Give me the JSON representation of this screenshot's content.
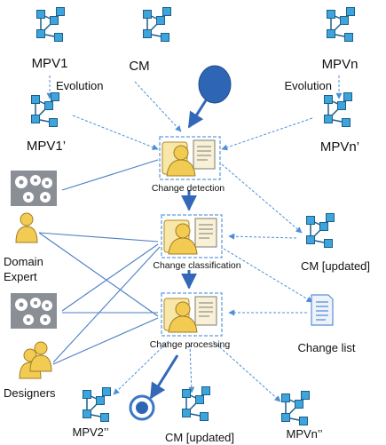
{
  "models": {
    "mpv1": "MPV1",
    "cm": "CM",
    "mpvn": "MPVn",
    "mpv1_prime": "MPV1’",
    "mpvn_prime": "MPVn’",
    "mpv2_dprime": "MPV2’’",
    "cm_updated_bottom": "CM [updated]",
    "mpvn_dprime": "MPVn’’",
    "cm_updated_right": "CM [updated]",
    "change_list": "Change list"
  },
  "edges": {
    "evolution_left": "Evolution",
    "evolution_right": "Evolution"
  },
  "steps": {
    "detection": "Change detection",
    "classification": "Change classification",
    "processing": "Change processing"
  },
  "actors": {
    "domain_expert_line1": "Domain",
    "domain_expert_line2": "Expert",
    "designers": "Designers"
  },
  "colors": {
    "node_fill": "#3da4dc",
    "node_stroke": "#1c5f8a",
    "arrow_dashed": "#4d8fd6",
    "arrow_solid": "#3367b8",
    "start_fill": "#2e66b5",
    "actor_yellow": "#f1cb52",
    "doc_blue": "#5b8fd3"
  }
}
